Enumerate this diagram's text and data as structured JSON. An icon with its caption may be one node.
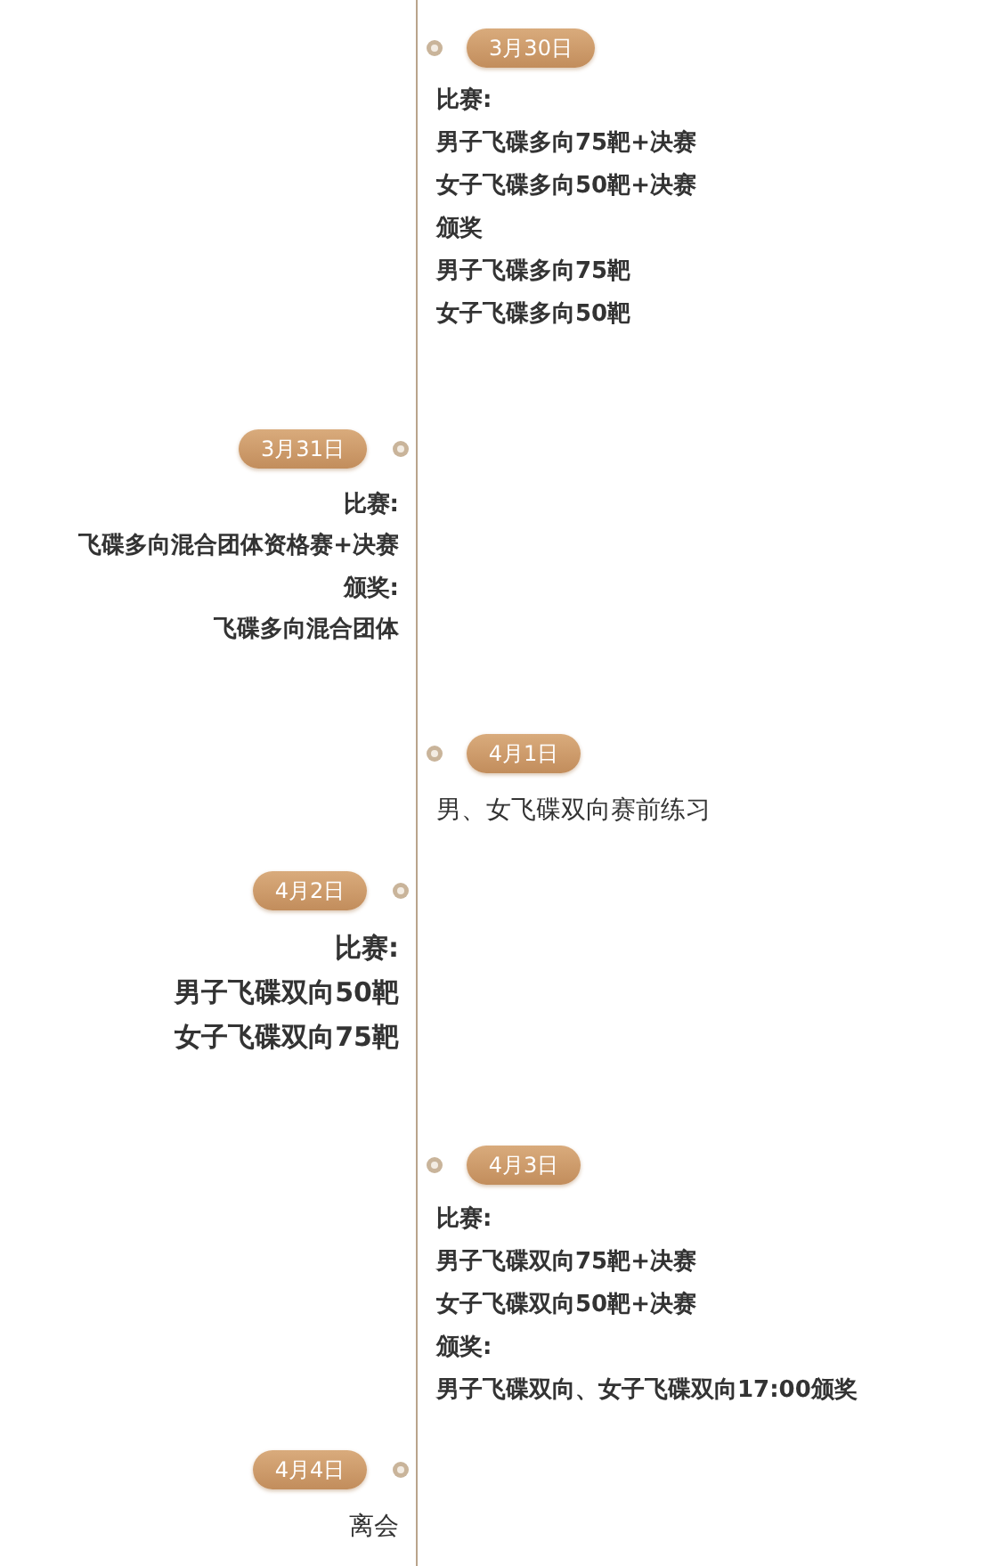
{
  "diagram": {
    "nodes": [
      {
        "text": [
          "3月30日"
        ],
        "beside": [
          "比赛:",
          "男子飞碟多向75靶+决赛",
          "女子飞碟多向50靶+决赛",
          "颁奖",
          "男子飞碟多向75靶",
          "女子飞碟多向50靶"
        ]
      },
      {
        "text": [
          "3月31日"
        ],
        "beside": [
          "比赛:",
          "飞碟多向混合团体资格赛+决赛",
          "颁奖:",
          "飞碟多向混合团体"
        ]
      },
      {
        "text": [
          "4月1日"
        ],
        "beside": [
          "男、女飞碟双向赛前练习"
        ]
      },
      {
        "text": [
          "4月2日"
        ],
        "beside": [
          "比赛:",
          "男子飞碟双向50靶",
          "女子飞碟双向75靶"
        ]
      },
      {
        "text": [
          "4月3日"
        ],
        "beside": [
          "比赛:",
          "男子飞碟双向75靶+决赛",
          "女子飞碟双向50靶+决赛",
          "颁奖:",
          "男子飞碟双向、女子飞碟双向17:00颁奖"
        ]
      },
      {
        "text": [
          "4月4日"
        ],
        "beside": [
          "离会"
        ]
      }
    ]
  }
}
